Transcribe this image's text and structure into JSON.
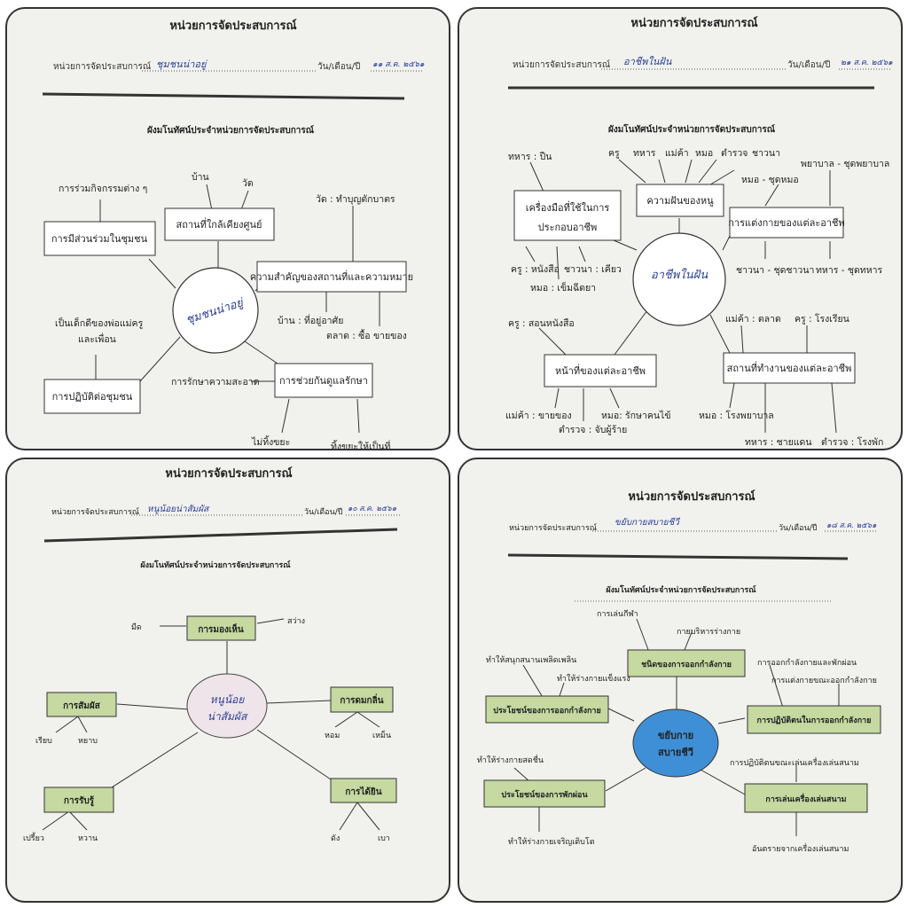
{
  "panels": [
    {
      "title": "หน่วยการจัดประสบการณ์",
      "unit_label": "หน่วยการจัดประสบการณ์",
      "unit_handwritten": "ชุมชนน่าอยู่",
      "date_label": "วัน/เดือน/ปี",
      "date_handwritten": "๑๑ ส.ค. ๒๕๖๑",
      "subtitle": "ผังมโนทัศน์ประจำหน่วยการจัดประสบการณ์",
      "center": "ชุมชนน่าอยู่",
      "nodes": {
        "participation": "การมีส่วนร่วมในชุมชน",
        "places": "สถานที่ใกล้เคียงศูนย์",
        "importance": "ความสำคัญของสถานที่และความหมาย",
        "conduct": "การปฏิบัติต่อชุมชน",
        "care": "การช่วยกันดูแลรักษา"
      },
      "leaves": {
        "activities": "การร่วมกิจกรรมต่าง ๆ",
        "home": "บ้าน",
        "temple": "วัด",
        "temple_meaning": "วัด : ทำบุญตักบาตร",
        "home_meaning": "บ้าน : ที่อยู่อาศัย",
        "market_meaning": "ตลาด : ซื้อ ขายของ",
        "good_child_1": "เป็นเด็กดีของพ่อแม่ครู",
        "good_child_2": "และเพื่อน",
        "cleanliness": "การรักษาความสะอาด",
        "no_litter": "ไม่ทิ้งขยะ",
        "bin": "ทิ้งขยะให้เป็นที่"
      }
    },
    {
      "title": "หน่วยการจัดประสบการณ์",
      "unit_label": "หน่วยการจัดประสบการณ์",
      "unit_handwritten": "อาชีพในฝัน",
      "date_label": "วัน/เดือน/ปี",
      "date_handwritten": "๒๑ ส.ค. ๒๕๖๑",
      "subtitle": "ผังมโนทัศน์ประจำหน่วยการจัดประสบการณ์",
      "center": "อาชีพในฝัน",
      "nodes": {
        "tools_1": "เครื่องมือที่ใช้ในการ",
        "tools_2": "ประกอบอาชีพ",
        "dream": "ความฝันของหนู",
        "dress": "การแต่งกายของแต่ละอาชีพ",
        "duties": "หน้าที่ของแต่ละอาชีพ",
        "workplace": "สถานที่ทำงานของแต่ละอาชีพ"
      },
      "leaves": {
        "soldier_gun": "ทหาร : ปืน",
        "teacher_book": "ครู : หนังสือ",
        "farmer_sickle": "ชาวนา : เคียว",
        "doctor_needle": "หมอ : เข็มฉีดยา",
        "dream_list": [
          "ครู",
          "ทหาร",
          "แม่ค้า",
          "หมอ",
          "ตำรวจ",
          "ชาวนา"
        ],
        "nurse_dress": "พยาบาล - ชุดพยาบาล",
        "doctor_dress": "หมอ - ชุดหมอ",
        "farmer_dress": "ชาวนา - ชุดชาวนา",
        "soldier_dress": "ทหาร - ชุดทหาร",
        "teacher_duty": "ครู : สอนหนังสือ",
        "merchant_duty": "แม่ค้า : ขายของ",
        "police_duty": "ตำรวจ : จับผู้ร้าย",
        "doctor_duty": "หมอ: รักษาคนไข้",
        "merchant_place": "แม่ค้า : ตลาด",
        "teacher_place": "ครู : โรงเรียน",
        "doctor_place": "หมอ : โรงพยาบาล",
        "soldier_place": "ทหาร : ชายแดน",
        "police_place": "ตำรวจ : โรงพัก"
      }
    },
    {
      "title": "หน่วยการจัดประสบการณ์",
      "unit_label": "หน่วยการจัดประสบการณ์",
      "unit_handwritten": "หนูน้อยน่าสัมผัส",
      "date_label": "วัน/เดือน/ปี",
      "date_handwritten": "๑๐ ส.ค. ๒๕๖๑",
      "subtitle": "ผังมโนทัศน์ประจำหน่วยการจัดประสบการณ์",
      "center_1": "หนูน้อย",
      "center_2": "น่าสัมผัส",
      "nodes": {
        "seeing": "การมองเห็น",
        "touch": "การสัมผัส",
        "smell": "การดมกลิ่น",
        "taste": "การรับรู้",
        "hearing": "การได้ยิน"
      },
      "leaves": {
        "dark": "มืด",
        "bright": "สว่าง",
        "smooth": "เรียบ",
        "rough": "หยาบ",
        "fragrant": "หอม",
        "smelly": "เหม็น",
        "sour": "เปรี้ยว",
        "sweet": "หวาน",
        "loud": "ดัง",
        "soft": "เบา"
      }
    },
    {
      "title": "หน่วยการจัดประสบการณ์",
      "unit_label": "หน่วยการจัดประสบการณ์",
      "unit_handwritten": "ขยับกายสบายชีวี",
      "date_label": "วัน/เดือน/ปี",
      "date_handwritten": "๑๘ ส.ค. ๒๕๖๑",
      "subtitle": "ผังมโนทัศน์ประจำหน่วยการจัดประสบการณ์",
      "center_1": "ขยับกาย",
      "center_2": "สบายชีวี",
      "nodes": {
        "types": "ชนิดของการออกกำลังกาย",
        "benefits": "ประโยชน์ของการออกกำลังกาย",
        "practice": "การปฏิบัติตนในการออกกำลังกาย",
        "rest": "ประโยชน์ของการพักผ่อน",
        "playground": "การเล่นเครื่องเล่นสนาม"
      },
      "leaves": {
        "sports": "การเล่นกีฬา",
        "body_exercise": "กายบริหารร่างกาย",
        "fun": "ทำให้สนุกสนานเพลิดเพลิน",
        "strong": "ทำให้ร่างกายแข็งแรง",
        "exercise_rest": "การออกกำลังกายและพักผ่อน",
        "dress_exercise": "การแต่งกายขณะออกกำลังกาย",
        "fresh": "ทำให้ร่างกายสดชื่น",
        "growth": "ทำให้ร่างกายเจริญเติบโต",
        "play_practice": "การปฏิบัติตนขณะเล่นเครื่องเล่นสนาม",
        "danger": "อันตรายจากเครื่องเล่นสนาม"
      }
    }
  ],
  "colors": {
    "paper": "#f1f1ee",
    "ink": "#2a3f99",
    "green_box": "#c5d9a0",
    "blue_circle": "#3f8fd6",
    "pink_circle": "#efe4ea"
  }
}
